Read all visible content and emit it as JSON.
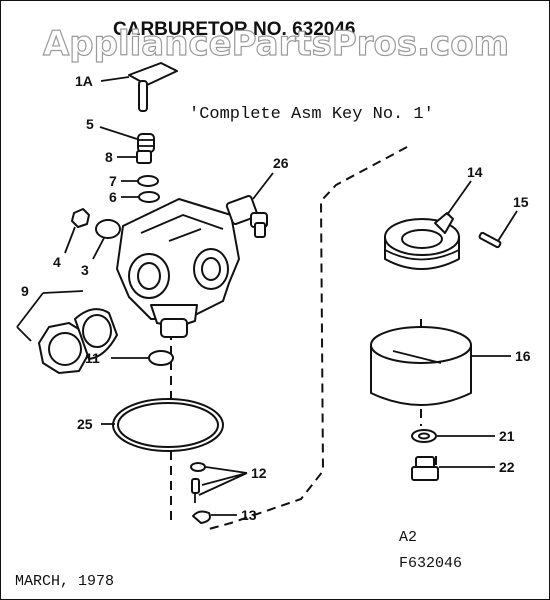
{
  "title": "CARBURETOR NO. 632046",
  "watermark": "AppliancePartsPros.com",
  "note": "'Complete Asm Key No. 1'",
  "footer": {
    "date": "MARCH, 1978",
    "code_a": "A2",
    "code_b": "F632046"
  },
  "callouts": {
    "k1a": "1A",
    "k3": "3",
    "k4": "4",
    "k5": "5",
    "k6": "6",
    "k7": "7",
    "k8": "8",
    "k9": "9",
    "k11": "11",
    "k12": "12",
    "k13": "13",
    "k14": "14",
    "k15": "15",
    "k16": "16",
    "k21": "21",
    "k22": "22",
    "k25": "25",
    "k26": "26"
  }
}
